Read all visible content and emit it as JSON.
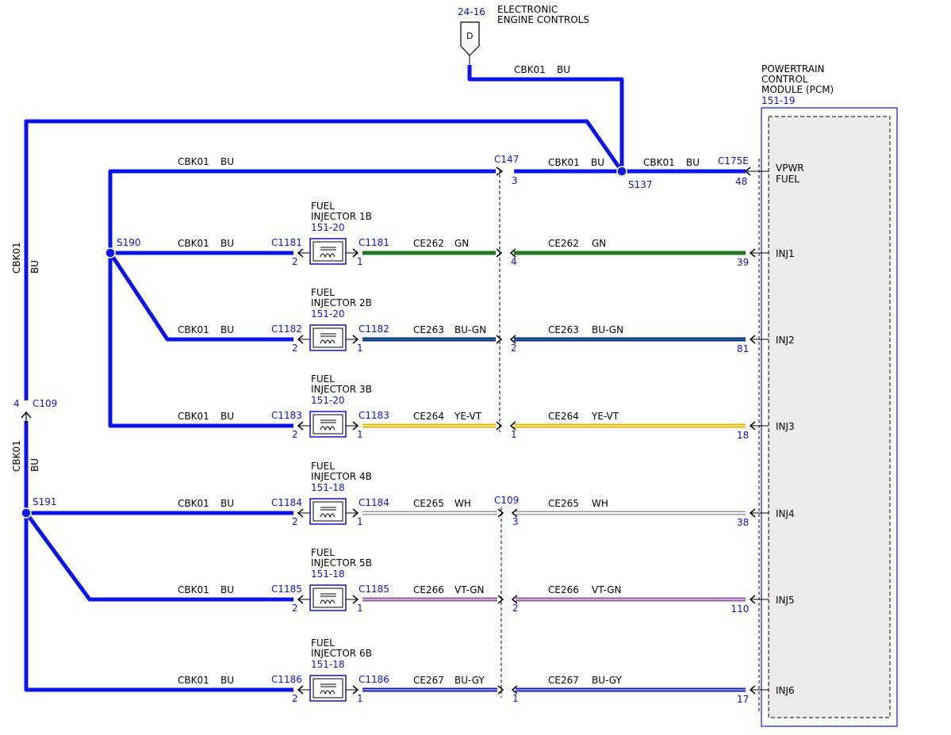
{
  "colors": {
    "bu": "#0a14e6",
    "gn": "#1f7a1f",
    "bu_gn_edge": "#0a14e6",
    "bu_gn_core": "#1f7a1f",
    "ye_vt_edge": "#e0b000",
    "ye_vt_core": "#f6e27a",
    "wh": "#9a9a9a",
    "vt_gn_edge": "#8a5a9a",
    "vt_gn_core": "#c8a8d0",
    "bu_gy_edge": "#0a14e6",
    "bu_gy_core": "#8e8e8e",
    "ref_text": "#1010d0",
    "pcm_fill": "#ececec",
    "pcm_border": "#1010d0"
  },
  "top_ref": {
    "page": "24-16",
    "label_line1": "ELECTRONIC",
    "label_line2": "ENGINE CONTROLS",
    "connector_letter": "D"
  },
  "pcm": {
    "line1": "POWERTRAIN",
    "line2": "CONTROL",
    "line3": "MODULE (PCM)",
    "page": "151-19"
  },
  "top_wire": {
    "circuit": "CBK01",
    "color": "BU"
  },
  "splices": {
    "s137": "S137",
    "s190": "S190",
    "s191": "S191"
  },
  "vpwr": {
    "left_circuit": "CBK01",
    "left_color": "BU",
    "mid_circuit": "CBK01",
    "mid_color": "BU",
    "right_circuit": "CBK01",
    "right_color": "BU",
    "conn_c147": "C147",
    "pin_c147": "3",
    "conn_pcm": "C175E",
    "pin_pcm": "48",
    "pcm_pin_line1": "VPWR",
    "pcm_pin_line2": "FUEL"
  },
  "left_bus": {
    "upper_circuit": "CBK01",
    "upper_color": "BU",
    "lower_circuit": "CBK01",
    "lower_color": "BU",
    "conn": "C109",
    "pin": "4"
  },
  "mid_connector": {
    "lower_label": "C109"
  },
  "injectors": [
    {
      "line1": "FUEL",
      "line2": "INJECTOR 1B",
      "page": "151-20",
      "conn": "C1181",
      "pin_left": "2",
      "pin_right": "1",
      "feed_circuit": "CBK01",
      "feed_color": "BU",
      "circuit": "CE262",
      "color": "GN",
      "mid_pin": "4",
      "pcm_pin": "39",
      "pcm_label": "INJ1"
    },
    {
      "line1": "FUEL",
      "line2": "INJECTOR 2B",
      "page": "151-20",
      "conn": "C1182",
      "pin_left": "2",
      "pin_right": "1",
      "feed_circuit": "CBK01",
      "feed_color": "BU",
      "circuit": "CE263",
      "color": "BU-GN",
      "mid_pin": "2",
      "pcm_pin": "81",
      "pcm_label": "INJ2"
    },
    {
      "line1": "FUEL",
      "line2": "INJECTOR 3B",
      "page": "151-20",
      "conn": "C1183",
      "pin_left": "2",
      "pin_right": "1",
      "feed_circuit": "CBK01",
      "feed_color": "BU",
      "circuit": "CE264",
      "color": "YE-VT",
      "mid_pin": "1",
      "pcm_pin": "18",
      "pcm_label": "INJ3"
    },
    {
      "line1": "FUEL",
      "line2": "INJECTOR 4B",
      "page": "151-18",
      "conn": "C1184",
      "pin_left": "2",
      "pin_right": "1",
      "feed_circuit": "CBK01",
      "feed_color": "BU",
      "circuit": "CE265",
      "color": "WH",
      "mid_pin": "3",
      "pcm_pin": "38",
      "pcm_label": "INJ4"
    },
    {
      "line1": "FUEL",
      "line2": "INJECTOR 5B",
      "page": "151-18",
      "conn": "C1185",
      "pin_left": "2",
      "pin_right": "1",
      "feed_circuit": "CBK01",
      "feed_color": "BU",
      "circuit": "CE266",
      "color": "VT-GN",
      "mid_pin": "2",
      "pcm_pin": "110",
      "pcm_label": "INJ5"
    },
    {
      "line1": "FUEL",
      "line2": "INJECTOR 6B",
      "page": "151-18",
      "conn": "C1186",
      "pin_left": "2",
      "pin_right": "1",
      "feed_circuit": "CBK01",
      "feed_color": "BU",
      "circuit": "CE267",
      "color": "BU-GY",
      "mid_pin": "1",
      "pcm_pin": "17",
      "pcm_label": "INJ6"
    }
  ]
}
